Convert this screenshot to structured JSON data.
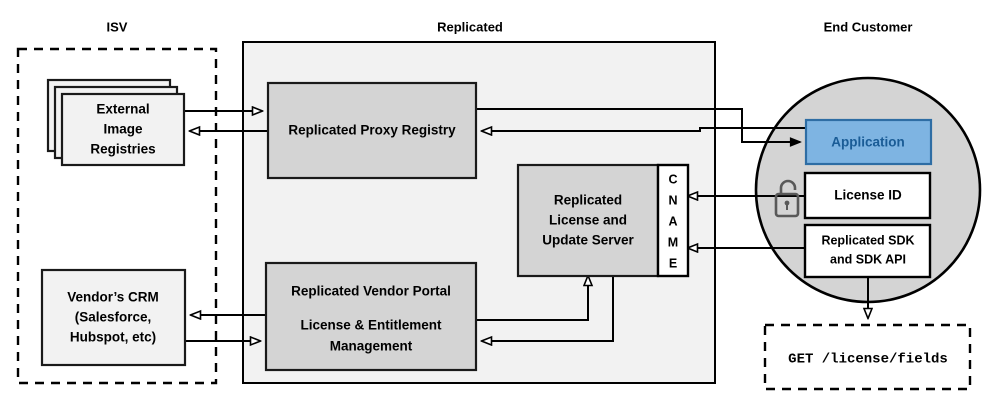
{
  "diagram": {
    "title_zones": [
      {
        "id": "isv",
        "label": "ISV"
      },
      {
        "id": "replicated",
        "label": "Replicated"
      },
      {
        "id": "end-customer",
        "label": "End Customer"
      }
    ],
    "nodes": {
      "external_image_registries": {
        "label_lines": [
          "External",
          "Image",
          "Registries"
        ],
        "style": "stacked-light"
      },
      "vendors_crm": {
        "label_lines": [
          "Vendor’s CRM",
          "(Salesforce,",
          "Hubspot, etc)"
        ],
        "style": "light"
      },
      "proxy_registry": {
        "label_lines": [
          "Replicated Proxy Registry"
        ],
        "style": "grey"
      },
      "license_update_server": {
        "label_lines": [
          "Replicated",
          "License and",
          "Update Server"
        ],
        "style": "grey"
      },
      "cname": {
        "label_letters": [
          "C",
          "N",
          "A",
          "M",
          "E"
        ],
        "style": "white"
      },
      "vendor_portal": {
        "label_lines": [
          "Replicated Vendor Portal",
          "",
          "License & Entitlement",
          "Management"
        ],
        "style": "grey"
      },
      "application": {
        "label_lines": [
          "Application"
        ],
        "style": "blue"
      },
      "license_id": {
        "label_lines": [
          "License ID"
        ],
        "style": "white"
      },
      "replicated_sdk": {
        "label_lines": [
          "Replicated SDK",
          "and SDK API"
        ],
        "style": "white"
      },
      "api_request": {
        "label_lines": [
          "GET /license/fields"
        ],
        "style": "dashed-white-mono"
      },
      "lock": {
        "icon": "unlocked-padlock-icon"
      }
    },
    "colors": {
      "region_fill": "#f2f2f2",
      "node_grey": "#d4d4d4",
      "node_light": "#f2f2f2",
      "application_fill": "#7eb4e2",
      "application_border": "#2e6da4",
      "application_text": "#1a5c96",
      "circle_fill": "#d4d4d4",
      "line": "#000000",
      "lock": "#595959"
    }
  }
}
